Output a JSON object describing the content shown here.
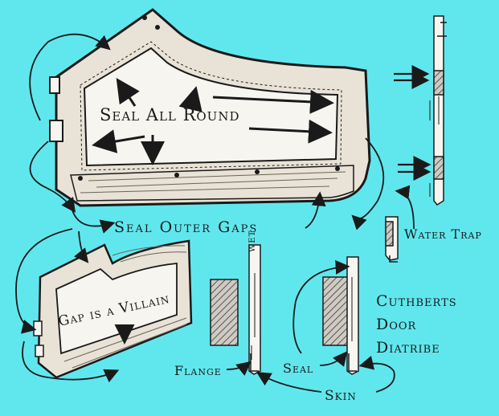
{
  "colors": {
    "background": "#60e7ee",
    "ink": "#1a1a1a",
    "wood": "#e9e2d6",
    "panel": "#f7f5f0"
  },
  "labels": {
    "seal_all_round": "Seal All Round",
    "seal_outer_gaps": "Seal Outer Gaps",
    "water_trap": "Water Trap",
    "gap_is_a_villain": "Gap is a Villain",
    "wet": "WET",
    "flange": "Flange",
    "seal": "Seal",
    "skin": "Skin"
  },
  "title": {
    "line1": "Cuthberts",
    "line2": "Door",
    "line3": "Diatribe"
  }
}
